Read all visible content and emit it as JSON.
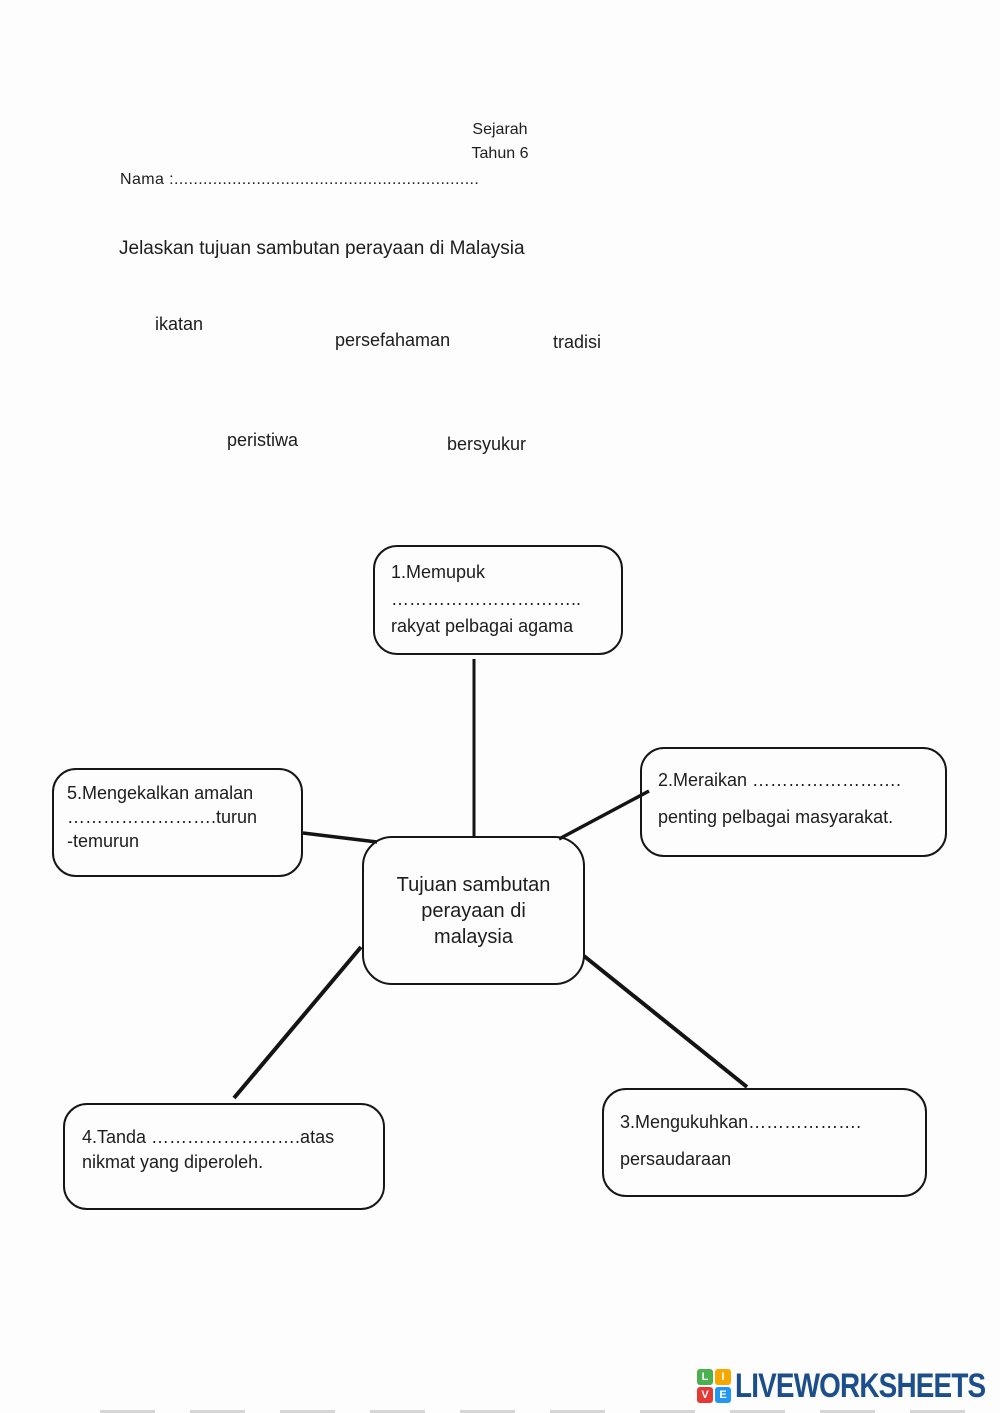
{
  "header": {
    "subject": "Sejarah",
    "grade": "Tahun 6",
    "name_line": "Nama :...............................................................",
    "instruction": "Jelaskan tujuan sambutan perayaan di Malaysia"
  },
  "word_bank": {
    "words": [
      "ikatan",
      "persefahaman",
      "tradisi",
      "peristiwa",
      "bersyukur"
    ]
  },
  "diagram": {
    "center_node": {
      "line1": "Tujuan sambutan",
      "line2": "perayaan di",
      "line3": "malaysia"
    },
    "node1": {
      "line1": "1.Memupuk",
      "line2": "…………………………..",
      "line3": "rakyat pelbagai agama"
    },
    "node2": {
      "line1": "2.Meraikan …………………….",
      "line2": "penting pelbagai masyarakat."
    },
    "node3": {
      "line1": "3.Mengukuhkan……………….",
      "line2": "persaudaraan"
    },
    "node4": {
      "line1": "4.Tanda …………………….atas",
      "line2": "nikmat yang diperoleh."
    },
    "node5": {
      "line1": "5.Mengekalkan amalan",
      "line2": "…………………….turun",
      "line3": "-temurun"
    }
  },
  "footer": {
    "brand_text": "LIVEWORKSHEETS",
    "brand_text_color": "#1b4e8a",
    "logo_squares": [
      {
        "letter": "L",
        "color": "#4caf50"
      },
      {
        "letter": "I",
        "color": "#f6a800"
      },
      {
        "letter": "V",
        "color": "#e53935"
      },
      {
        "letter": "E",
        "color": "#2196f3"
      }
    ]
  }
}
